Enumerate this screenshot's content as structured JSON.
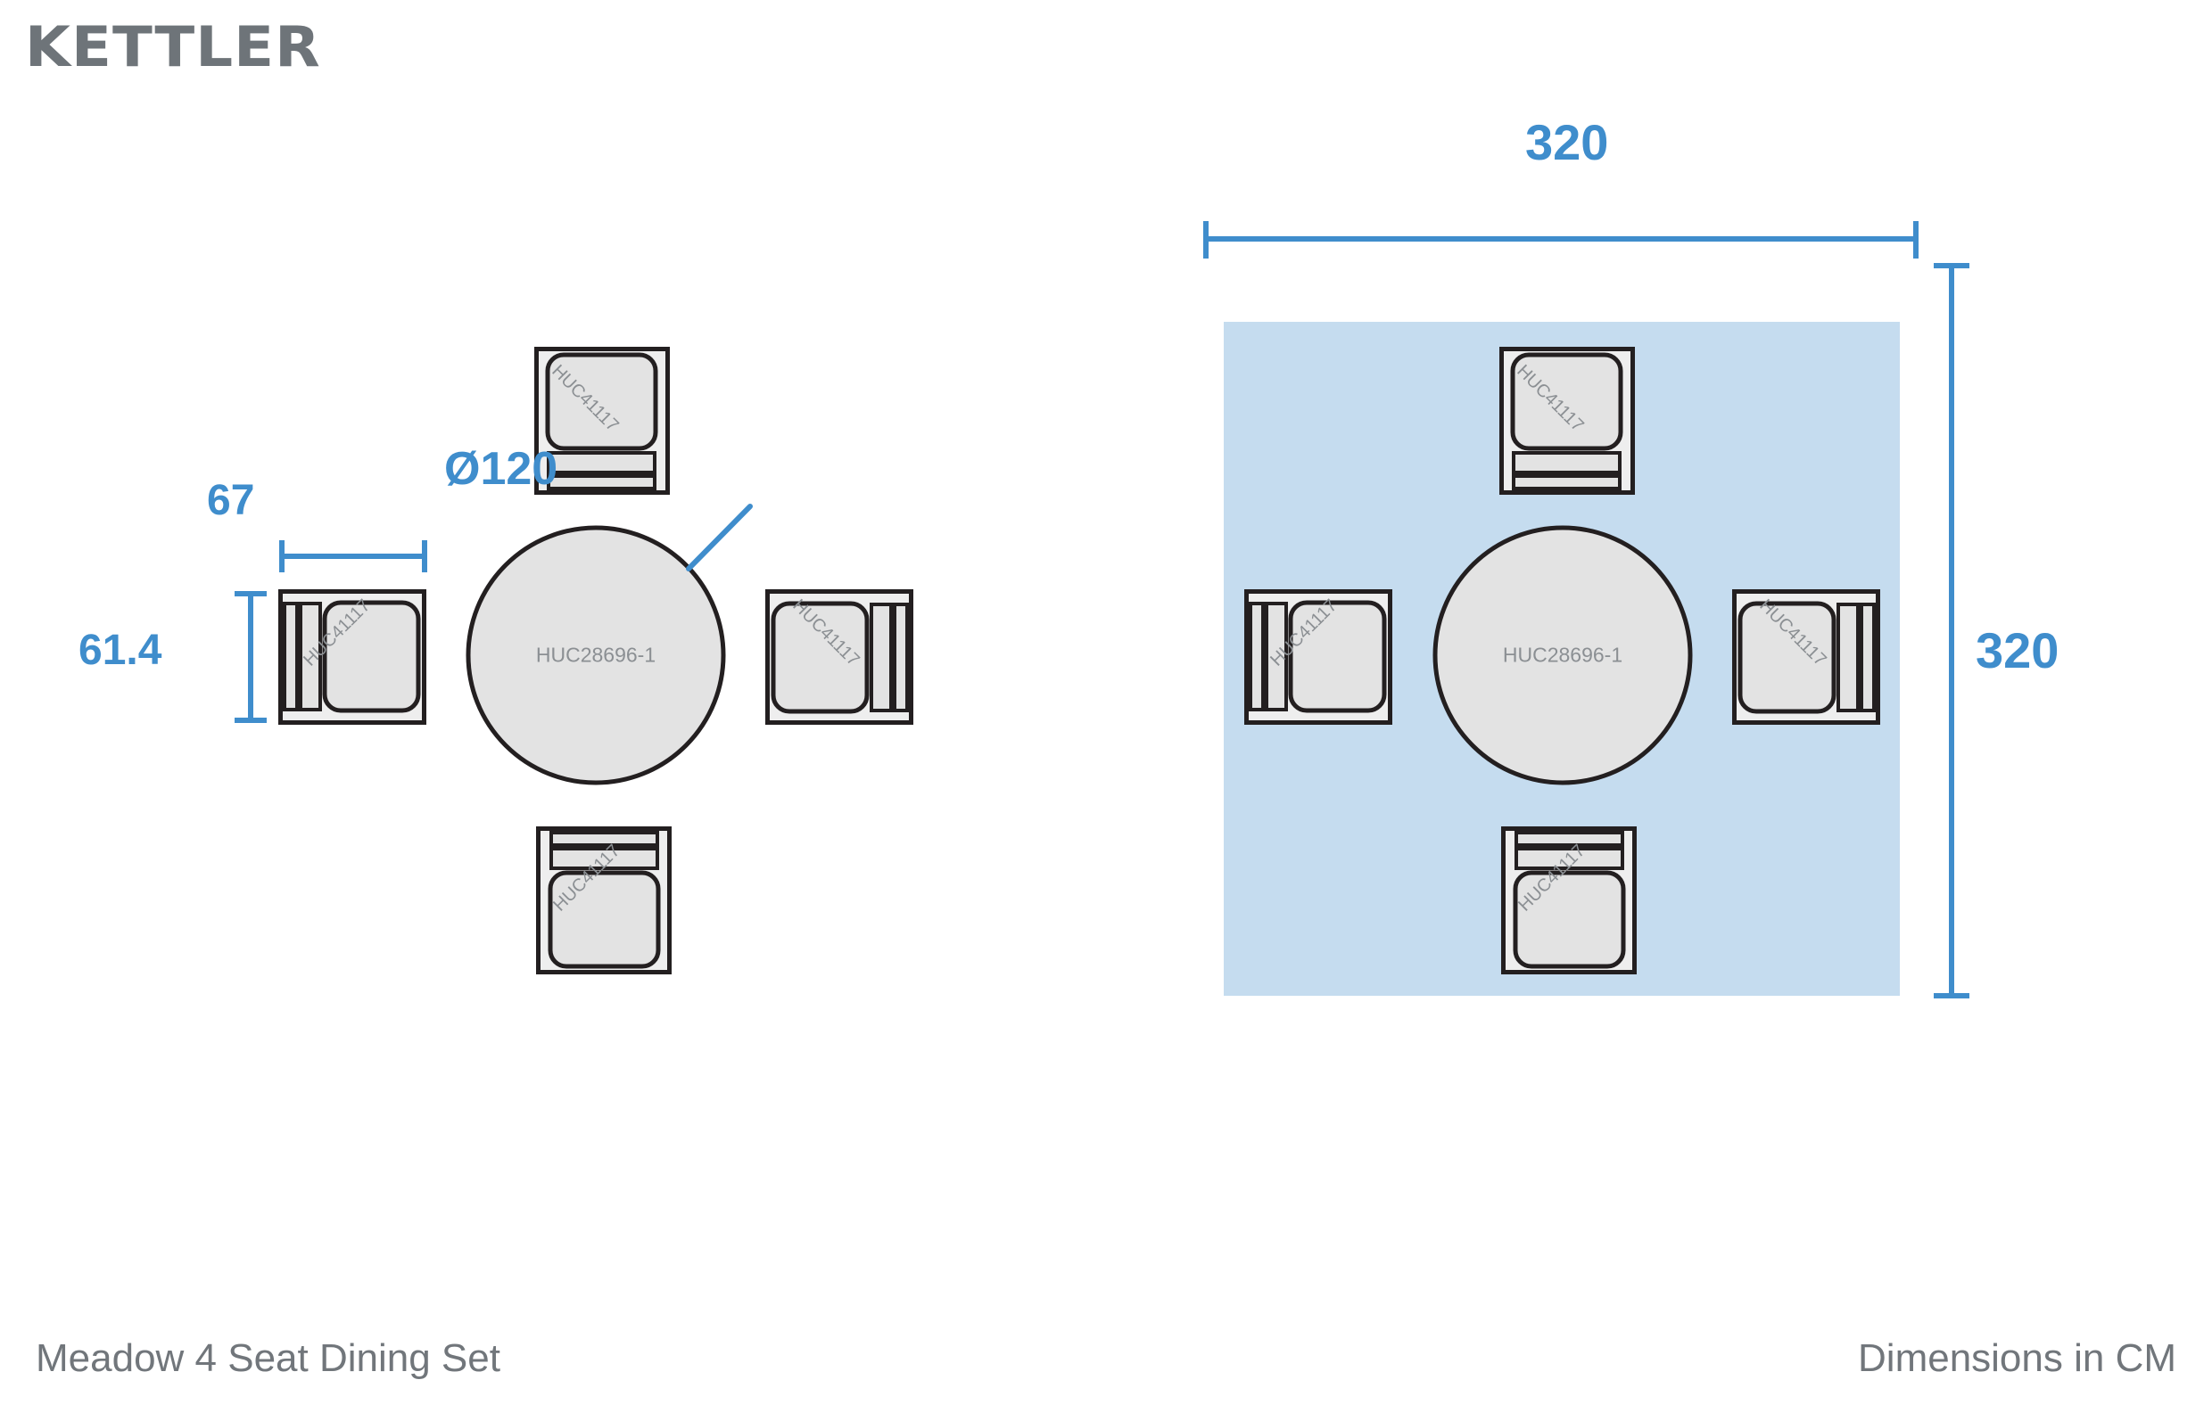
{
  "brand": {
    "name": "KETTLER",
    "color": "#6e7479"
  },
  "captions": {
    "product": "Meadow 4 Seat Dining Set",
    "units": "Dimensions in CM"
  },
  "colors": {
    "dimension_blue": "#3f8dcc",
    "footprint_blue": "#c5dcef",
    "outline_dark": "#231f20",
    "fill_light_grey": "#e3e3e3",
    "part_label_grey": "#8b8f93",
    "caption_grey": "#71767b"
  },
  "parts": {
    "table_code": "HUC28696-1",
    "chair_code": "HUC41117"
  },
  "product_diagram": {
    "title": "Meadow 4 Seat Dining Set",
    "table_diameter_label": "Ø120",
    "chair_width_label": "67",
    "chair_depth_label": "61.4",
    "chair_labels": [
      "HUC41117",
      "HUC41117",
      "HUC41117",
      "HUC41117"
    ],
    "table_label": "HUC28696-1"
  },
  "footprint_diagram": {
    "width_label": "320",
    "height_label": "320",
    "chair_labels": [
      "HUC41117",
      "HUC41117",
      "HUC41117",
      "HUC41117"
    ],
    "table_label": "HUC28696-1"
  },
  "measurements": {
    "table_diameter_cm": 120,
    "chair_width_cm": 67,
    "chair_depth_cm": 61.4,
    "footprint_width_cm": 320,
    "footprint_height_cm": 320,
    "units": "CM",
    "seats": 4
  }
}
